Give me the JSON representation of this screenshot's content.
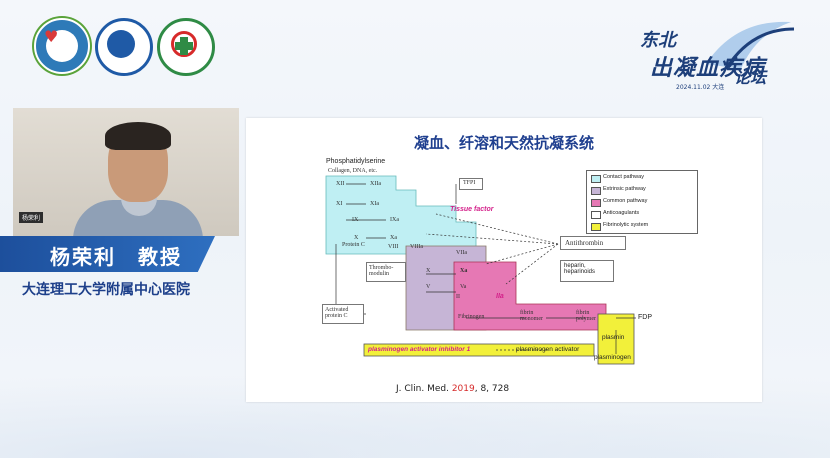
{
  "speaker": {
    "name": "杨荣利　教授",
    "hospital": "大连理工大学附属中心医院",
    "video_tag": "杨荣利"
  },
  "forum": {
    "line1": "东北",
    "line2": "出凝血疾病",
    "line3": "论坛",
    "date": "2024.11.02  大连"
  },
  "slide": {
    "title": "凝血、纤溶和天然抗凝系统",
    "citation_prefix": "J. Clin. Med. ",
    "citation_year": "2019",
    "citation_suffix": ", 8, 728",
    "diagram": {
      "phosphatidylserine": "Phosphatidylserine",
      "collagen": "Collagen, DNA, etc.",
      "xii": "XII",
      "xiia": "XIIa",
      "xi": "XI",
      "xia": "XIa",
      "ix": "IX",
      "ixa": "IXa",
      "x_left": "X",
      "xa_mid": "Xa",
      "viii": "VIII",
      "viiia": "VIIIa",
      "tfpi": "TFPI",
      "tissue_factor": "Tissue factor",
      "viia": "VIIa",
      "protein_c": "Protein C",
      "thrombomodulin": "Thrombo-\nmodulin",
      "activated_protein_c": "Activated\nprotein C",
      "x": "X",
      "xa": "Xa",
      "v": "V",
      "va": "Va",
      "ii": "II",
      "iia": "IIa",
      "fibrinogen": "Fibrinogen",
      "fibrin_monomer": "fibrin\nmonomer",
      "fibrin_polymer": "fibrin\npolymer",
      "fdp": "FDP",
      "antithrombin": "Antithrombin",
      "heparin": "heparin,\nheparinoids",
      "pai1": "plasminogen activator inhibitor 1",
      "pa": "plasminogen activator",
      "plasmin": "plasmin",
      "plasminogen": "plasminogen"
    },
    "legend": [
      {
        "label": "Contact pathway",
        "color": "#bfeff3"
      },
      {
        "label": "Extrinsic pathway",
        "color": "#c6b5d6"
      },
      {
        "label": "Common pathway",
        "color": "#e678b4"
      },
      {
        "label": "Anticoagulants",
        "color": "#ffffff"
      },
      {
        "label": "Fibrinolytic system",
        "color": "#f2f03a"
      }
    ]
  }
}
